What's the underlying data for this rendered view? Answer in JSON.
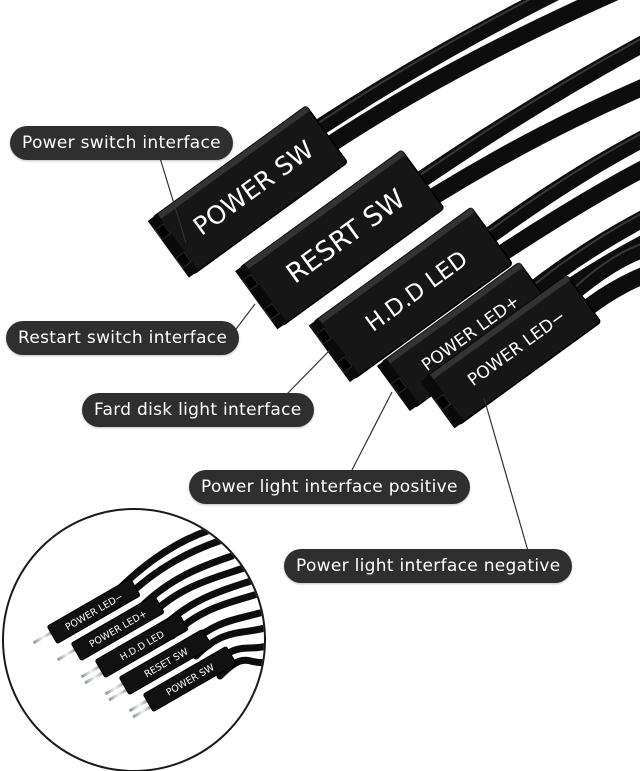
{
  "colors": {
    "cable": "#101010",
    "connector": "#161616",
    "callout_bg": "#2f2f2f",
    "callout_text": "#ffffff",
    "pin": "#cfd3d6"
  },
  "connectors": [
    {
      "id": "power-sw",
      "label": "POWER SW"
    },
    {
      "id": "reset-sw",
      "label": "RESRT SW"
    },
    {
      "id": "hdd-led",
      "label": "H.D.D LED"
    },
    {
      "id": "power-led-pos",
      "label": "POWER LED+"
    },
    {
      "id": "power-led-neg",
      "label": "POWER LED−"
    }
  ],
  "callouts": [
    {
      "id": "power-switch",
      "text": "Power switch interface"
    },
    {
      "id": "restart-switch",
      "text": "Restart switch interface"
    },
    {
      "id": "hard-disk-light",
      "text": "Fard disk light interface"
    },
    {
      "id": "power-light-positive",
      "text": "Power light interface positive"
    },
    {
      "id": "power-light-negative",
      "text": "Power light interface negative"
    }
  ],
  "inset": {
    "labels": [
      "POWER LED−",
      "POWER LED+",
      "H.D.D LED",
      "RESET SW",
      "POWER SW"
    ]
  }
}
